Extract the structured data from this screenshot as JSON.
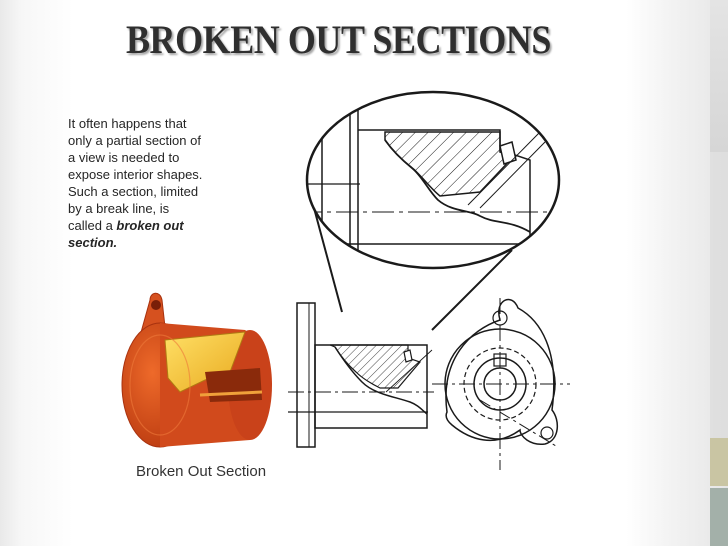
{
  "slide": {
    "title": "BROKEN OUT SECTIONS",
    "body_lines": [
      "It often happens that",
      "only a partial section of",
      "a view is needed to",
      "expose interior shapes.",
      "Such a section, limited",
      "by a break line, is",
      "called a "
    ],
    "body_emphasis": [
      "broken out",
      "section."
    ],
    "caption": "Broken Out Section"
  },
  "colors": {
    "title": "#2f2f2f",
    "text": "#262626",
    "part_orange": "#d94c1e",
    "part_yellow": "#f2c12a",
    "line": "#1a1a1a",
    "accent_tan": "#c9c5a3",
    "accent_sage": "#a3b0a9"
  },
  "figures": {
    "pictorial": "orange-part-3d-view",
    "section_view": "broken-out-section-view",
    "end_view": "circular-end-view",
    "magnifier": "magnified-detail-ellipse"
  }
}
